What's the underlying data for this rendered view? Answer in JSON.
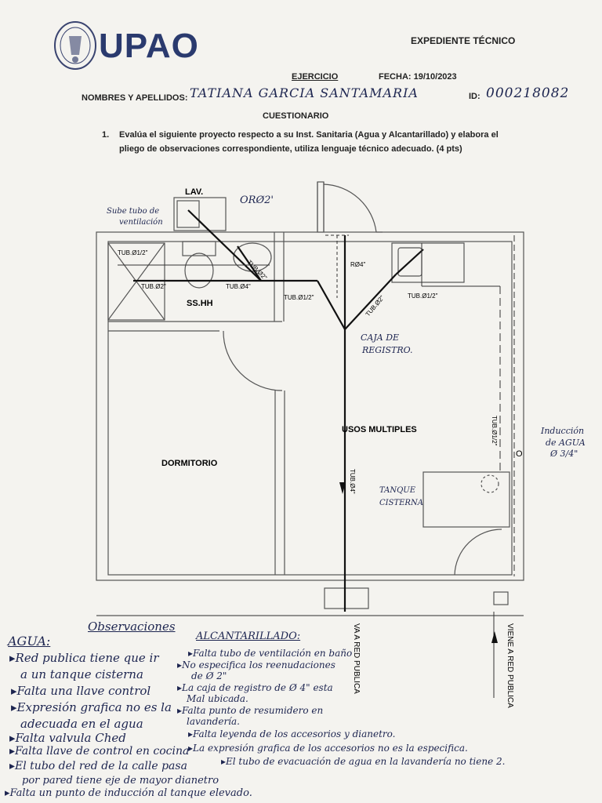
{
  "header": {
    "brand": "UPAO",
    "doc_type": "EXPEDIENTE TÉCNICO",
    "exercise_label": "EJERCICIO",
    "date_label": "FECHA: 19/10/2023",
    "names_label": "NOMBRES Y APELLIDOS:",
    "names_value": "TATIANA GARCIA SANTAMARIA",
    "id_label": "ID:",
    "id_value": "000218082",
    "section_title": "CUESTIONARIO"
  },
  "question": {
    "number": "1.",
    "text_line1": "Evalúa el siguiente proyecto respecto a su Inst. Sanitaria (Agua y Alcantarillado) y elabora el",
    "text_line2": "pliego de observaciones correspondiente, utiliza lenguaje técnico adecuado. (4 pts)"
  },
  "plan": {
    "lav": "LAV.",
    "ssh": "SS.HH",
    "dormitorio": "DORMITORIO",
    "usos": "USOS MULTIPLES",
    "tub_01_half_a": "TUB.Ø1/2\"",
    "tub_02_a": "TUB.Ø2\"",
    "tub_04_a": "TUB.Ø4\"",
    "tub_02_b": "TUB.Ø2\"",
    "tub_01_half_b": "TUB.Ø1/2\"",
    "tub_02_c": "TUB.Ø2\"",
    "tub_01_half_c": "TUB.Ø1/2\"",
    "tub_01_half_d": "TUB.Ø1/2\"",
    "ro4": "RØ4\"",
    "tub_04_v": "TUB.Ø4\"",
    "va_red": "VA A RED PUBLICA",
    "viene_red": "VIENE A RED PUBLICA",
    "o_mark": "O"
  },
  "annotations": {
    "sube_tubo_1": "Sube tubo de",
    "sube_tubo_2": "ventilación",
    "orr": "ORØ2'",
    "caja_1": "CAJA DE",
    "caja_2": "REGISTRO.",
    "tanque_1": "TANQUE",
    "tanque_2": "CISTERNA",
    "induccion_1": "Inducción",
    "induccion_2": "de AGUA",
    "induccion_3": "Ø 3/4\""
  },
  "observaciones": {
    "title": "Observaciones",
    "agua_title": "AGUA:",
    "agua_items": [
      "▸Red publica tiene que ir",
      "a un tanque cisterna",
      "▸Falta una llave control",
      "▸Expresión grafica no es la",
      "adecuada en el agua",
      "▸Falta valvula Ched",
      "▸Falta llave de control en cocina",
      "▸El tubo del red de la calle pasa",
      "por pared tiene eje de mayor dianetro",
      "▸Falta un punto de inducción al tanque elevado."
    ],
    "alc_title": "ALCANTARILLADO:",
    "alc_items": [
      "▸Falta tubo de ventilación en baño",
      "▸No especifica los reenudaciones",
      "de Ø 2\"",
      "▸La caja de registro de Ø 4\" esta",
      "Mal ubicada.",
      "▸Falta punto de resumidero en",
      "lavandería.",
      "▸Falta leyenda de los accesorios y dianetro.",
      "▸La expresión grafica de los accesorios no es la especifica.",
      "▸El tubo de evacuación de agua en la lavandería no tiene 2."
    ]
  }
}
